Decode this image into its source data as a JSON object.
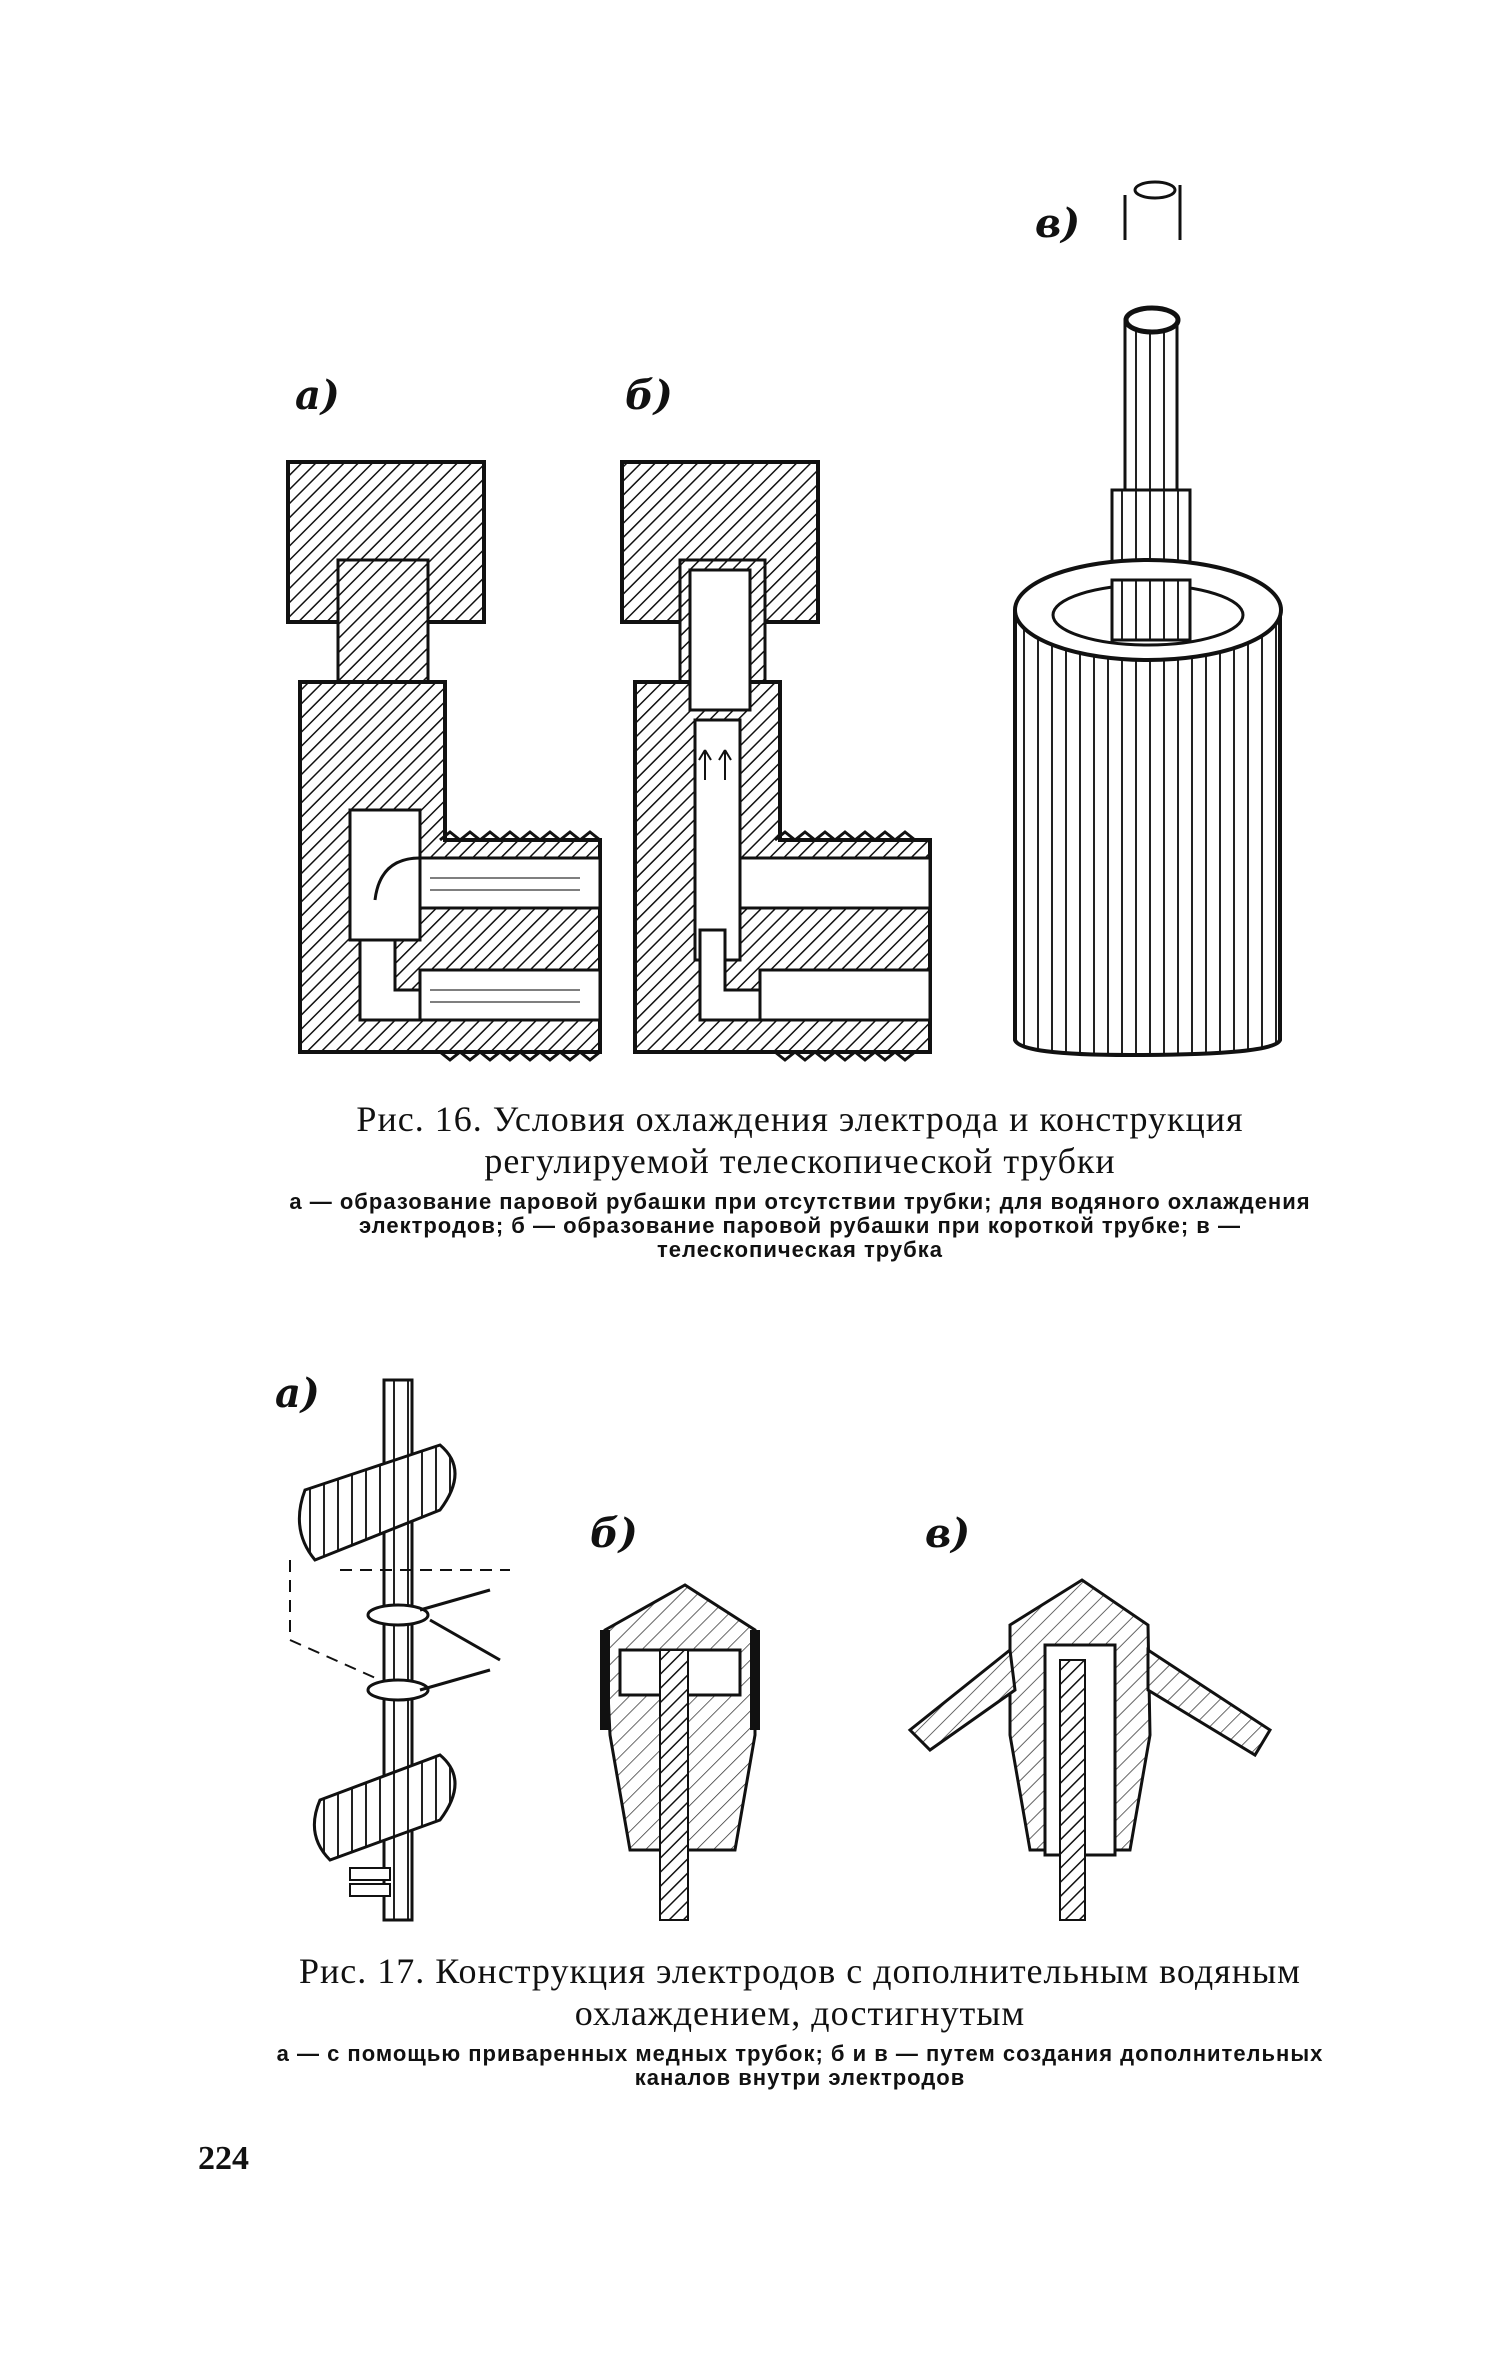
{
  "figure16": {
    "labels": {
      "a": "а)",
      "b": "б)",
      "c": "в)"
    },
    "caption_title": "Рис. 16. Условия охлаждения электрода и конструкция регулируемой телескопической трубки",
    "caption_legend": "а — образование паровой рубашки при отсутствии трубки; для водяного охлаждения электродов; б — образование паровой рубашки при короткой трубке; в — телескопическая трубка"
  },
  "figure17": {
    "labels": {
      "a": "а)",
      "b": "б)",
      "c": "в)"
    },
    "caption_title": "Рис. 17. Конструкция электродов с дополнительным водяным охлаждением, достигнутым",
    "caption_legend": "а — с помощью приваренных медных трубок; б и в — путем создания дополнительных каналов внутри электродов"
  },
  "page_number": "224"
}
